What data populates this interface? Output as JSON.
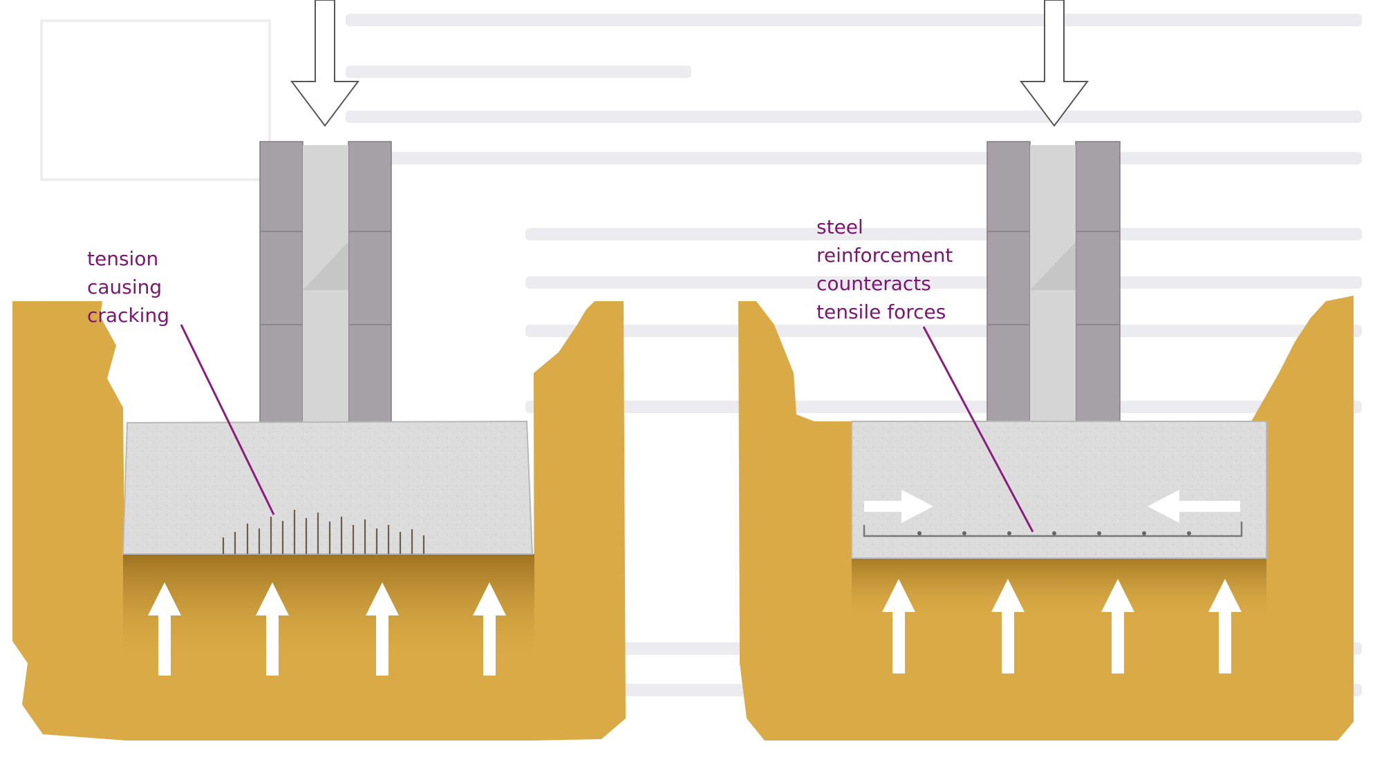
{
  "diagram": {
    "left_panel": {
      "label_lines": [
        "tension",
        "causing",
        "cracking"
      ]
    },
    "right_panel": {
      "label_lines": [
        "steel",
        "reinforcement",
        "counteracts",
        "tensile forces"
      ]
    },
    "colors": {
      "soil": "#d9aa45",
      "soil_shadow": "#a87a26",
      "concrete": "#dcdcdc",
      "brick": "#a5a1a7",
      "arrow_fill": "#ffffff",
      "arrow_outline": "#555555",
      "label": "#7b1670",
      "leader_line": "#8a1c7c",
      "cracks": "#6b5b4a",
      "ghost_text": "#e6e6ea"
    },
    "icons": [
      "downward-load-arrow-icon",
      "upward-soil-pressure-arrow-icon",
      "inward-force-arrow-icon"
    ]
  }
}
